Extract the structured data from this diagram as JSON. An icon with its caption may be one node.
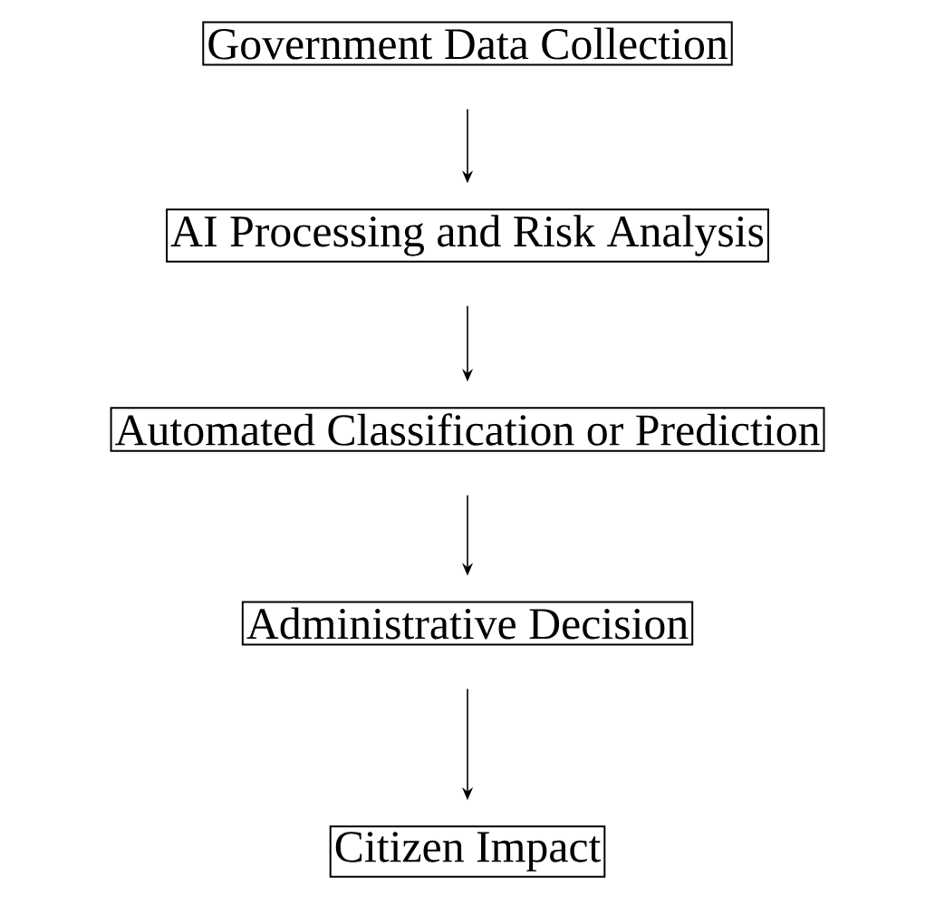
{
  "diagram": {
    "nodes": [
      {
        "text": [
          "Government Data Collection"
        ]
      },
      {
        "text": [
          "AI Processing and Risk Analysis"
        ]
      },
      {
        "text": [
          "Automated Classification or Prediction"
        ]
      },
      {
        "text": [
          "Administrative Decision"
        ]
      },
      {
        "text": [
          "Citizen Impact"
        ]
      }
    ],
    "edges": [
      {
        "from": 0,
        "to": 1,
        "arrow": "to"
      },
      {
        "from": 1,
        "to": 2,
        "arrow": "to"
      },
      {
        "from": 2,
        "to": 3,
        "arrow": "to"
      },
      {
        "from": 3,
        "to": 4,
        "arrow": "to"
      }
    ]
  }
}
